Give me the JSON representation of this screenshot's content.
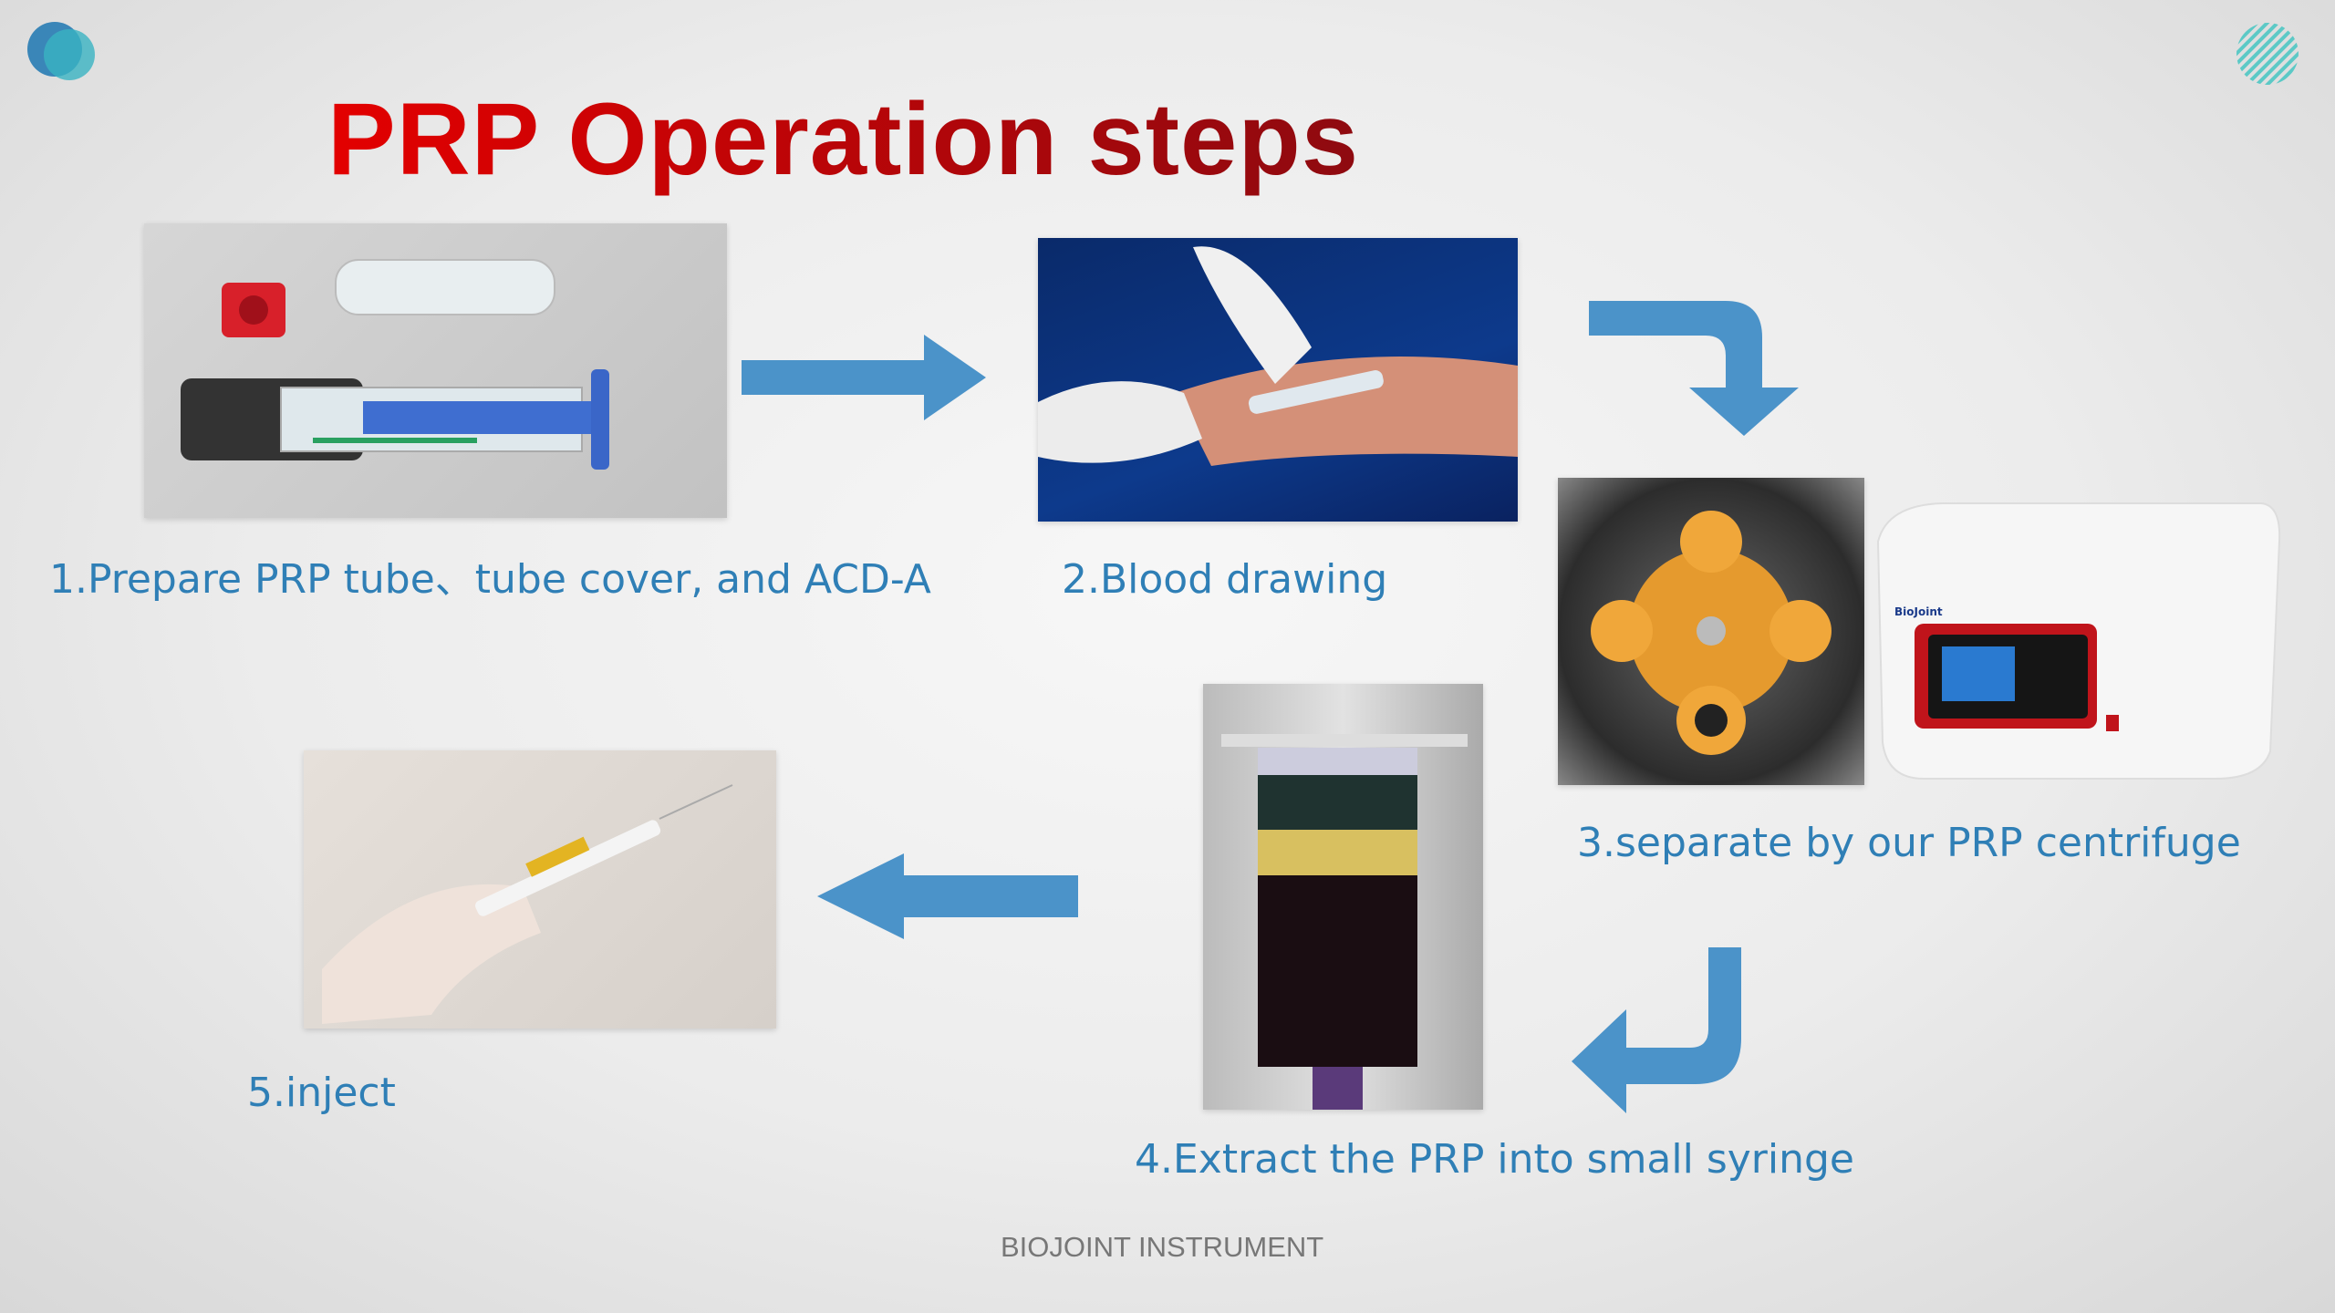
{
  "title": "PRP Operation steps",
  "steps": [
    {
      "label": "1.Prepare PRP tube、tube cover, and ACD-A"
    },
    {
      "label": "2.Blood drawing"
    },
    {
      "label": "3.separate by our PRP centrifuge"
    },
    {
      "label": "4.Extract the PRP into small syringe"
    },
    {
      "label": "5.inject"
    }
  ],
  "centrifuge_brand": "BioJoint",
  "footer": "BIOJOINT INSTRUMENT",
  "colors": {
    "title_start": "#e30000",
    "title_end": "#8e0a10",
    "label": "#2f7fb6",
    "arrow": "#4b93c9"
  }
}
